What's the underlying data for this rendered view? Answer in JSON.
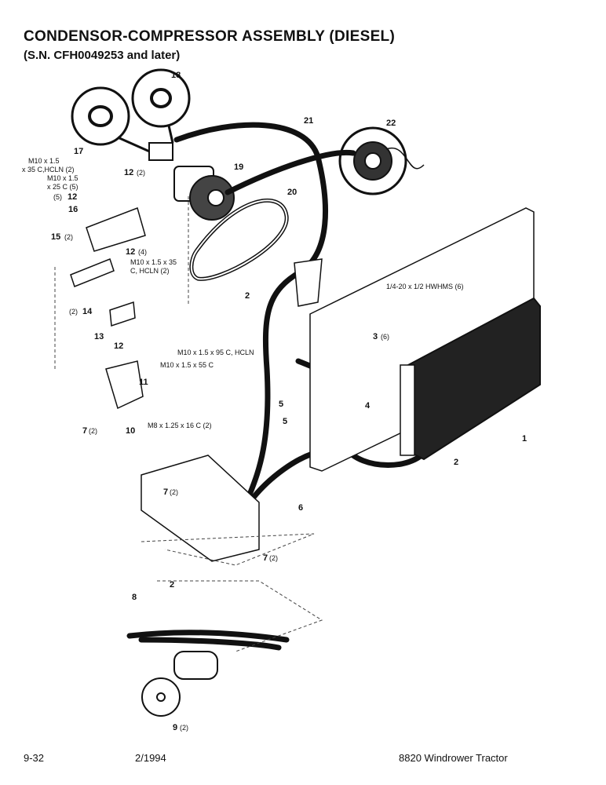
{
  "header": {
    "title": "CONDENSOR-COMPRESSOR ASSEMBLY (DIESEL)",
    "subtitle": "(S.N. CFH0049253 and later)"
  },
  "callouts": {
    "c1": "1",
    "c2a": "2",
    "c2b": "2",
    "c2c": "2",
    "c3": "3",
    "c3q": "(6)",
    "c4": "4",
    "c5a": "5",
    "c5b": "5",
    "c6": "6",
    "c7a": "7",
    "c7aq": "(2)",
    "c7b": "7",
    "c7bq": "(2)",
    "c7c": "7",
    "c7cq": "(2)",
    "c8": "8",
    "c9": "9",
    "c9q": "(2)",
    "c10": "10",
    "c11": "11",
    "c12a": "12",
    "c12aq": "(2)",
    "c12b": "12",
    "c12bp": "(5)",
    "c12c": "12",
    "c12cq": "(4)",
    "c12d": "12",
    "c13": "13",
    "c14": "14",
    "c14p": "(2)",
    "c15": "15",
    "c15q": "(2)",
    "c16": "16",
    "c17": "17",
    "c18": "18",
    "c19": "19",
    "c20": "20",
    "c21": "21",
    "c22": "22"
  },
  "specs": {
    "s1a": "M10 x 1.5",
    "s1b": "x 35 C,HCLN (2)",
    "s2a": "M10 x 1.5",
    "s2b": "x 25 C (5)",
    "s3a": "M10 x 1.5 x 35",
    "s3b": "C, HCLN (2)",
    "s4": "1/4-20 x 1/2 HWHMS (6)",
    "s5": "M10 x 1.5 x 95 C, HCLN",
    "s6": "M10 x 1.5 x 55 C",
    "s7": "M8 x 1.25 x 16 C (2)"
  },
  "footer": {
    "page": "9-32",
    "date": "2/1994",
    "model": "8820 Windrower Tractor"
  }
}
